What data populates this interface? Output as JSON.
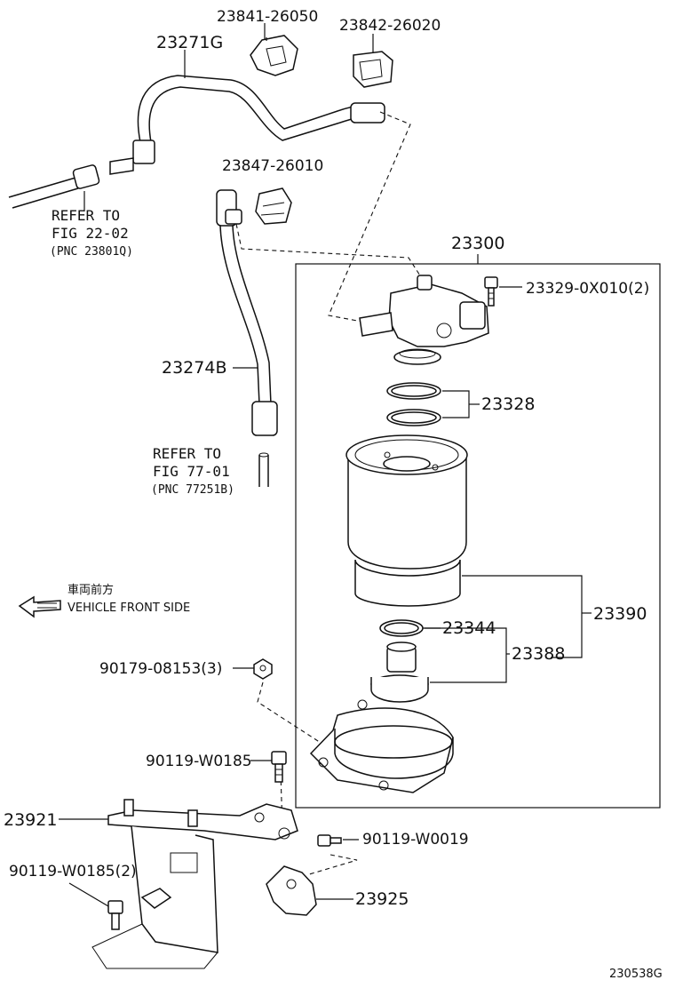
{
  "labels": {
    "hose_upper": "23271G",
    "clip_a": "23841-26050",
    "clip_b": "23842-26020",
    "clip_c": "23847-26010",
    "filter_assy": "23300",
    "screw": "23329-0X010(2)",
    "oring_set": "23328",
    "hose_lower": "23274B",
    "element_assy": "23390",
    "oring_small": "23344",
    "drain_plug": "23388",
    "nut": "90179-08153(3)",
    "bolt_a": "90119-W0185",
    "bracket": "23921",
    "bolt_b": "90119-W0019",
    "bolt_c": "90119-W0185(2)",
    "sensor": "23925",
    "figure_code": "230538G"
  },
  "refer_upper": {
    "line1": "REFER TO",
    "line2": "FIG 22-02",
    "line3": "(PNC 23801Q)"
  },
  "refer_lower": {
    "line1": "REFER TO",
    "line2": "FIG 77-01",
    "line3": "(PNC 77251B)"
  },
  "direction": {
    "jp": "車両前方",
    "en": "VEHICLE FRONT SIDE"
  }
}
